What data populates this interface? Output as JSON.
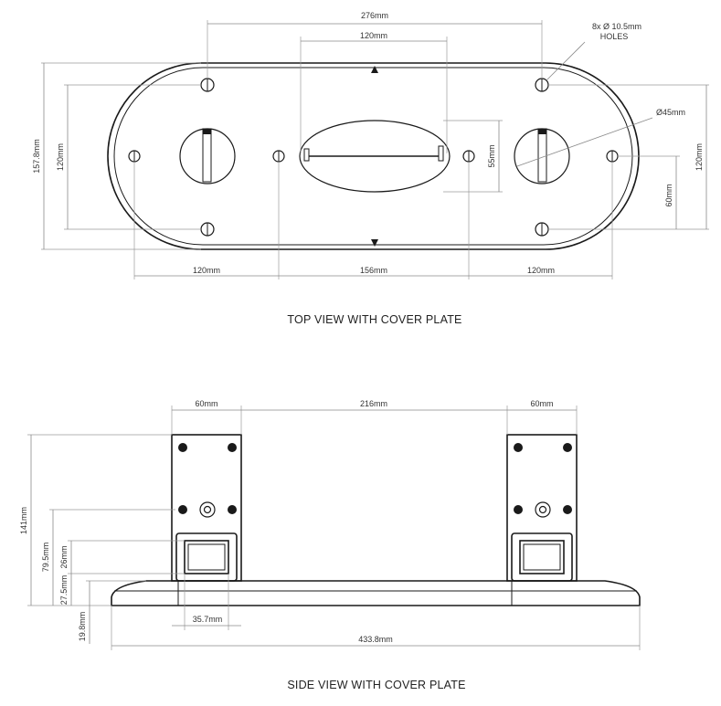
{
  "top_view": {
    "caption": "TOP VIEW WITH COVER PLATE",
    "dims": {
      "overall_width": "276mm",
      "slot_width": "120mm",
      "holes_note_line1": "8x Ø 10.5mm",
      "holes_note_line2": "HOLES",
      "bore_diameter": "Ø45mm",
      "overall_height": "157.8mm",
      "hole_pitch_left": "120mm",
      "hole_pitch_right": "120mm",
      "slot_height": "55mm",
      "right_offset": "60mm",
      "bottom_left": "120mm",
      "bottom_center": "156mm",
      "bottom_right": "120mm"
    }
  },
  "side_view": {
    "caption": "SIDE VIEW WITH COVER PLATE",
    "dims": {
      "left_post": "60mm",
      "between_posts": "216mm",
      "right_post": "60mm",
      "total_height": "141mm",
      "height_79": "79.5mm",
      "height_26": "26mm",
      "height_27": "27.5mm",
      "base_thickness": "19.8mm",
      "window_width": "35.7mm",
      "base_length": "433.8mm"
    }
  }
}
